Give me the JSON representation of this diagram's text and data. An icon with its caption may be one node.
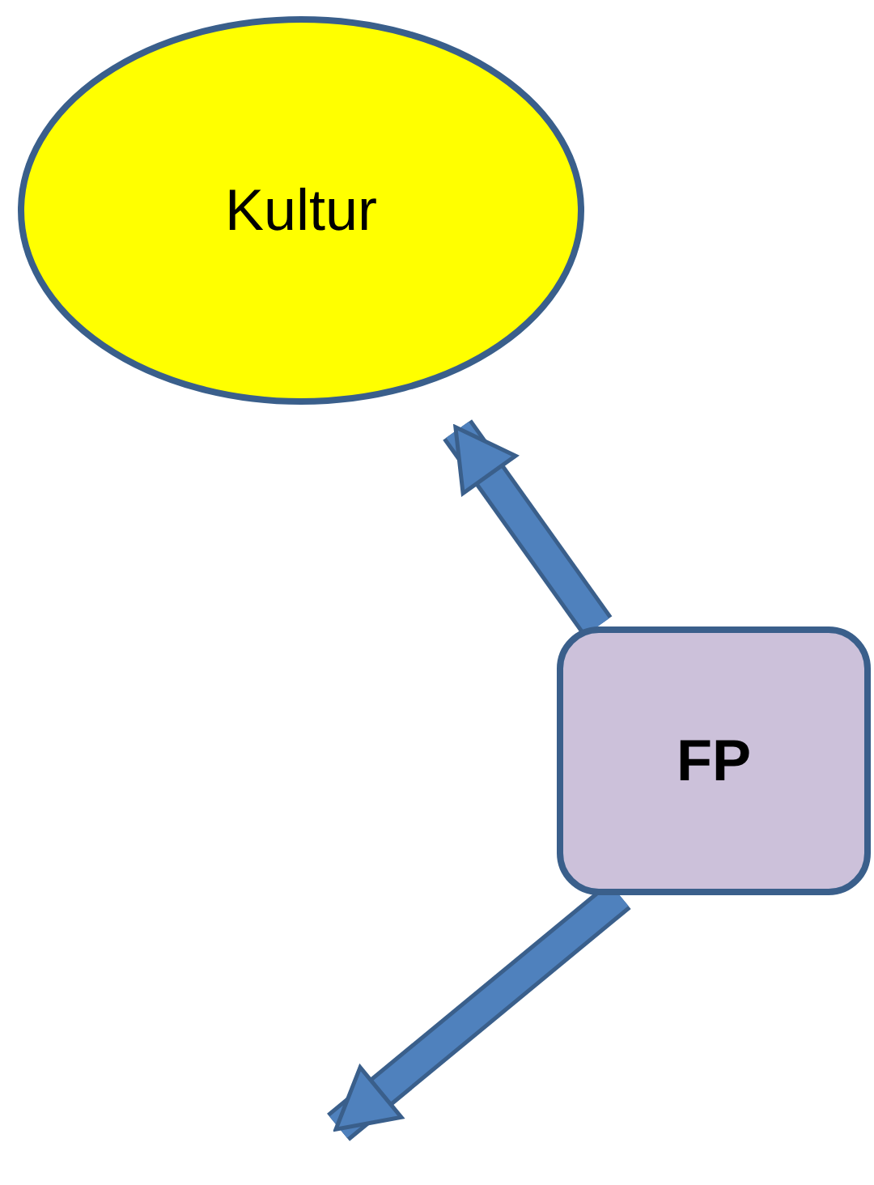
{
  "diagram": {
    "nodes": [
      {
        "text": [
          "Kultur"
        ]
      },
      {
        "text": [
          "FP"
        ]
      }
    ],
    "edges": [
      {
        "from": 1,
        "to": 0,
        "arrow": "to"
      },
      {
        "from": 1,
        "to": null,
        "arrow": "to"
      }
    ]
  }
}
